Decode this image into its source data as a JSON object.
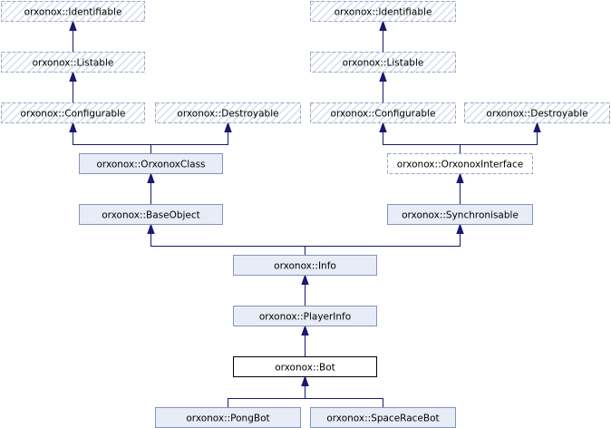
{
  "colors": {
    "edge": "#191970",
    "node_fill": "#e8ecf6",
    "node_stroke": "#8494b8",
    "current_stroke": "#000000",
    "current_fill": "#ffffff",
    "external_fill": "#ffffff",
    "external_stroke": "#9aa6c4",
    "hatch": "#d7deee"
  },
  "nodes": [
    {
      "id": "identifiable_l",
      "label": "orxonox::Identifiable",
      "style": "external-hatched"
    },
    {
      "id": "listable_l",
      "label": "orxonox::Listable",
      "style": "external-hatched"
    },
    {
      "id": "configurable_l",
      "label": "orxonox::Configurable",
      "style": "external-hatched"
    },
    {
      "id": "destroyable_l",
      "label": "orxonox::Destroyable",
      "style": "external-hatched"
    },
    {
      "id": "orxonoxclass",
      "label": "orxonox::OrxonoxClass",
      "style": "normal"
    },
    {
      "id": "baseobject",
      "label": "orxonox::BaseObject",
      "style": "normal"
    },
    {
      "id": "identifiable_r",
      "label": "orxonox::Identifiable",
      "style": "external-hatched"
    },
    {
      "id": "listable_r",
      "label": "orxonox::Listable",
      "style": "external-hatched"
    },
    {
      "id": "configurable_r",
      "label": "orxonox::Configurable",
      "style": "external-hatched"
    },
    {
      "id": "destroyable_r",
      "label": "orxonox::Destroyable",
      "style": "external-hatched"
    },
    {
      "id": "orxonoxinterface",
      "label": "orxonox::OrxonoxInterface",
      "style": "external"
    },
    {
      "id": "synchronisable",
      "label": "orxonox::Synchronisable",
      "style": "normal"
    },
    {
      "id": "info",
      "label": "orxonox::Info",
      "style": "normal"
    },
    {
      "id": "playerinfo",
      "label": "orxonox::PlayerInfo",
      "style": "normal"
    },
    {
      "id": "bot",
      "label": "orxonox::Bot",
      "style": "current"
    },
    {
      "id": "pongbot",
      "label": "orxonox::PongBot",
      "style": "normal"
    },
    {
      "id": "spaceracebot",
      "label": "orxonox::SpaceRaceBot",
      "style": "normal"
    }
  ],
  "edges": [
    {
      "from": "listable_l",
      "to": "identifiable_l"
    },
    {
      "from": "configurable_l",
      "to": "listable_l"
    },
    {
      "from": "orxonoxclass",
      "to": "configurable_l"
    },
    {
      "from": "orxonoxclass",
      "to": "destroyable_l"
    },
    {
      "from": "baseobject",
      "to": "orxonoxclass"
    },
    {
      "from": "listable_r",
      "to": "identifiable_r"
    },
    {
      "from": "configurable_r",
      "to": "listable_r"
    },
    {
      "from": "orxonoxinterface",
      "to": "configurable_r"
    },
    {
      "from": "orxonoxinterface",
      "to": "destroyable_r"
    },
    {
      "from": "synchronisable",
      "to": "orxonoxinterface"
    },
    {
      "from": "info",
      "to": "baseobject"
    },
    {
      "from": "info",
      "to": "synchronisable"
    },
    {
      "from": "playerinfo",
      "to": "info"
    },
    {
      "from": "bot",
      "to": "playerinfo"
    },
    {
      "from": "pongbot",
      "to": "bot"
    },
    {
      "from": "spaceracebot",
      "to": "bot"
    }
  ]
}
